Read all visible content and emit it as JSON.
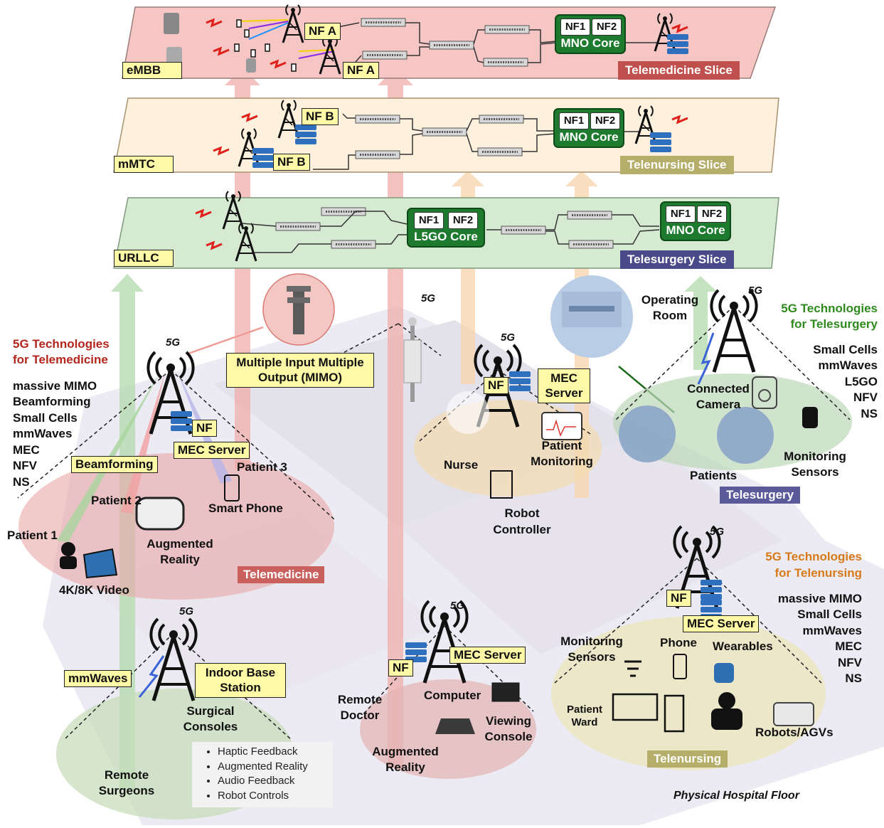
{
  "layers": {
    "embb": {
      "tag": "eMBB",
      "slice": "Telemedicine Slice",
      "nf_a": "NF A",
      "nf_a2": "NF A",
      "core_nf1": "NF1",
      "core_nf2": "NF2",
      "core_label": "MNO Core"
    },
    "mmtc": {
      "tag": "mMTC",
      "slice": "Telenursing Slice",
      "nf_b": "NF B",
      "nf_b2": "NF B",
      "core_nf1": "NF1",
      "core_nf2": "NF2",
      "core_label": "MNO Core"
    },
    "urllc": {
      "tag": "URLLC",
      "slice": "Telesurgery Slice",
      "l5go_nf1": "NF1",
      "l5go_nf2": "NF2",
      "l5go_label": "L5GO Core",
      "mno_nf1": "NF1",
      "mno_nf2": "NF2",
      "mno_label": "MNO Core"
    }
  },
  "telemedicine": {
    "tech_title_1": "5G Technologies",
    "tech_title_2": "for Telemedicine",
    "tech_items": [
      "massive MIMO",
      "Beamforming",
      "Small Cells",
      "mmWaves",
      "MEC",
      "NFV",
      "NS"
    ],
    "beamforming": "Beamforming",
    "nf": "NF",
    "mec": "MEC Server",
    "patient1": "Patient 1",
    "patient2": "Patient 2",
    "patient3": "Patient 3",
    "smart_phone": "Smart Phone",
    "ar_1": "Augmented",
    "ar_2": "Reality",
    "video": "4K/8K Video",
    "label": "Telemedicine"
  },
  "mimo": {
    "line1": "Multiple Input Multiple",
    "line2": "Output (MIMO)"
  },
  "nurse_zone": {
    "nf": "NF",
    "mec_1": "MEC",
    "mec_2": "Server",
    "nurse": "Nurse",
    "pm_1": "Patient",
    "pm_2": "Monitoring",
    "rc_1": "Robot",
    "rc_2": "Controller"
  },
  "telesurgery": {
    "or_1": "Operating",
    "or_2": "Room",
    "tech_title_1": "5G Technologies",
    "tech_title_2": "for Telesurgery",
    "tech_items": [
      "Small Cells",
      "mmWaves",
      "L5GO",
      "NFV",
      "NS"
    ],
    "cam_1": "Connected",
    "cam_2": "Camera",
    "patients": "Patients",
    "ms_1": "Monitoring",
    "ms_2": "Sensors",
    "label": "Telesurgery"
  },
  "telenursing": {
    "tech_title_1": "5G Technologies",
    "tech_title_2": "for Telenursing",
    "tech_items": [
      "massive MIMO",
      "Small Cells",
      "mmWaves",
      "MEC",
      "NFV",
      "NS"
    ],
    "nf": "NF",
    "mec": "MEC Server",
    "ms_1": "Monitoring",
    "ms_2": "Sensors",
    "phone": "Phone",
    "wearables": "Wearables",
    "pw_1": "Patient",
    "pw_2": "Ward",
    "robots": "Robots/AGVs",
    "label": "Telenursing"
  },
  "surgeons": {
    "mmwaves": "mmWaves",
    "ibs_1": "Indoor Base",
    "ibs_2": "Station",
    "sc_1": "Surgical",
    "sc_2": "Consoles",
    "rs_1": "Remote",
    "rs_2": "Surgeons",
    "features": [
      "Haptic Feedback",
      "Augmented Reality",
      "Audio Feedback",
      "Robot Controls"
    ]
  },
  "doctor": {
    "nf": "NF",
    "mec": "MEC Server",
    "rd_1": "Remote",
    "rd_2": "Doctor",
    "computer": "Computer",
    "vc_1": "Viewing",
    "vc_2": "Console",
    "ar_1": "Augmented",
    "ar_2": "Reality"
  },
  "badge_5g": "5G",
  "floor_label": "Physical Hospital Floor",
  "colors": {
    "embb_fill": "#f5c6c4",
    "mmtc_fill": "#fdf1dd",
    "urllc_fill": "#d6ead2",
    "telemed_slice": "#c0504d",
    "telenurse_slice": "#b5ad6a",
    "telesurg_slice": "#4a4a8a",
    "telemed_title": "#b3261e",
    "telesurg_title": "#2f8a1e",
    "telenurse_title": "#d77a1a",
    "core_green": "#1d7a2e",
    "yellow_box": "#fdf9a6"
  }
}
